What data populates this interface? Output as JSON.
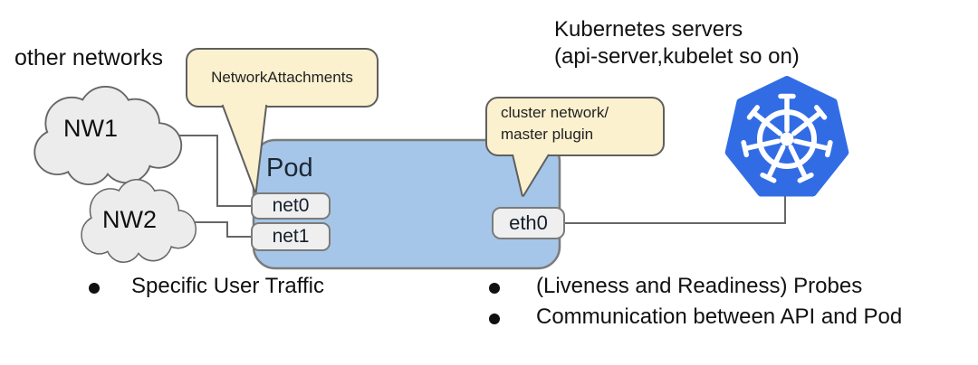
{
  "diagram": {
    "other_networks_label": "other networks",
    "clouds": [
      {
        "label": "NW1"
      },
      {
        "label": "NW2"
      }
    ],
    "pod": {
      "label": "Pod",
      "interfaces": {
        "net0": "net0",
        "net1": "net1",
        "eth0": "eth0"
      }
    },
    "callouts": {
      "network_attachments": "NetworkAttachments",
      "cluster_network": {
        "line1": "cluster network/",
        "line2": "master plugin"
      }
    },
    "heading": {
      "line1": "Kubernetes servers",
      "line2": "(api-server,kubelet so on)"
    },
    "kubernetes_logo_icon": "kubernetes-helm-wheel",
    "bullets": {
      "left": [
        "Specific User Traffic"
      ],
      "right": [
        "(Liveness and Readiness) Probes",
        "Communication between API and Pod"
      ]
    },
    "colors": {
      "pod_fill": "#A5C6E8",
      "callout_fill": "#FBF1CF",
      "cloud_fill": "#ECECEC",
      "interface_box_fill": "#EFEFEF",
      "kubernetes_blue": "#326CE5",
      "connector_line": "#666666",
      "shape_border": "#6E6E6E"
    }
  }
}
